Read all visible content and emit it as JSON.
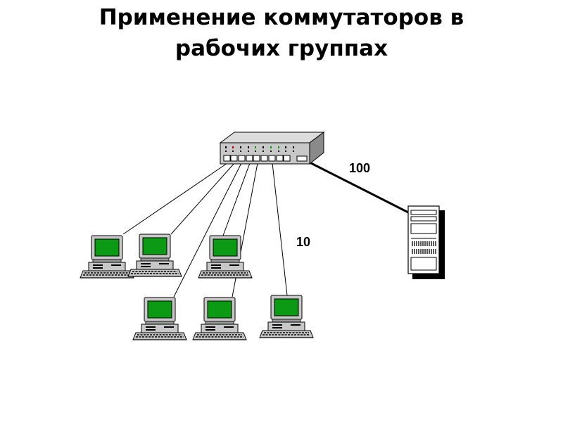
{
  "title": {
    "line1": "Применение коммутаторов в",
    "line2": "рабочих группах"
  },
  "diagram": {
    "speed_fast": "100",
    "speed_slow": "10",
    "colors": {
      "screen": "#0c9a14",
      "device_fill": "#c8c8c8",
      "device_dark": "#808080",
      "cable": "#000000"
    },
    "icons": {
      "switch": "network-switch-icon",
      "server": "tower-server-icon",
      "workstation": "desktop-computer-icon"
    }
  }
}
